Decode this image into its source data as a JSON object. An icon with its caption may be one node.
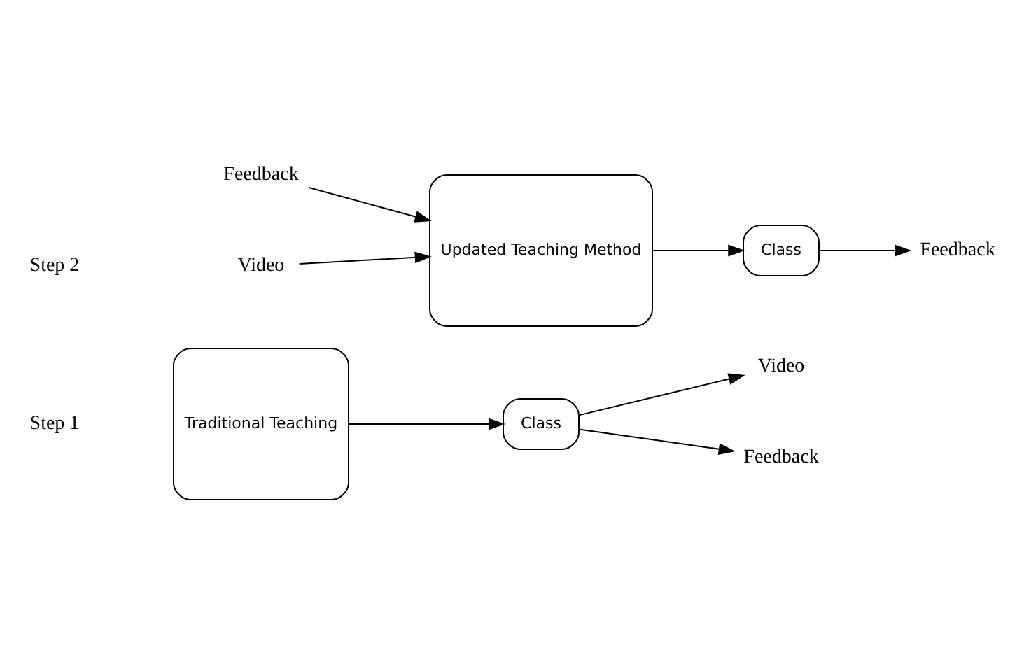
{
  "diagram": {
    "nodes": [
      {
        "text": [
          "Traditional Teaching"
        ]
      },
      {
        "text": [
          "Class"
        ]
      },
      {
        "text": [
          "Video"
        ]
      },
      {
        "text": [
          "Feedback"
        ]
      },
      {
        "text": [
          "Video"
        ]
      },
      {
        "text": [
          "Feedback"
        ]
      },
      {
        "text": [
          "Updated Teaching Method"
        ]
      },
      {
        "text": [
          "Class"
        ]
      },
      {
        "text": [
          "Feedback"
        ]
      }
    ],
    "edges": [
      {
        "from": 0,
        "to": 1,
        "arrow": "to"
      },
      {
        "from": 1,
        "to": 2,
        "arrow": "to"
      },
      {
        "from": 1,
        "to": 3,
        "arrow": "to"
      },
      {
        "from": 4,
        "to": 6,
        "arrow": "to"
      },
      {
        "from": 5,
        "to": 6,
        "arrow": "to"
      },
      {
        "from": 6,
        "to": 7,
        "arrow": "to"
      },
      {
        "from": 7,
        "to": 8,
        "arrow": "to"
      }
    ],
    "labels": [
      "Step 1",
      "Step 2"
    ]
  }
}
